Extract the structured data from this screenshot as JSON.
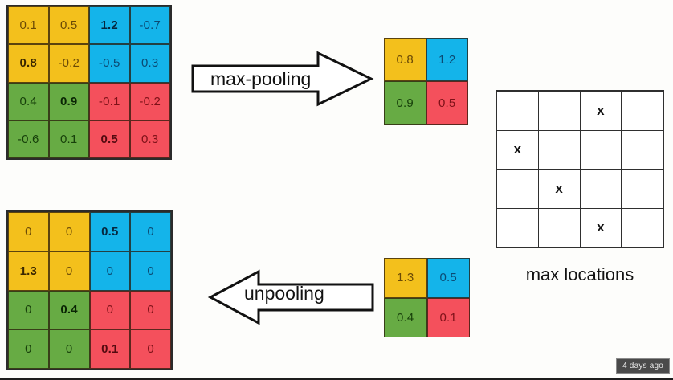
{
  "figure": {
    "title_absent": true,
    "colors": {
      "yellow": "#f3c01c",
      "blue": "#14b4ea",
      "green": "#67ab44",
      "red": "#f4505c",
      "grid_line": "#2b2b2b",
      "text_dark": "#131313"
    }
  },
  "input_map": {
    "name": "input-feature-map",
    "rows": 4,
    "cols": 4,
    "cells": [
      {
        "value": "0.1",
        "color": "yellow",
        "bold": false
      },
      {
        "value": "0.5",
        "color": "yellow",
        "bold": false
      },
      {
        "value": "1.2",
        "color": "blue",
        "bold": true
      },
      {
        "value": "-0.7",
        "color": "blue",
        "bold": false
      },
      {
        "value": "0.8",
        "color": "yellow",
        "bold": true
      },
      {
        "value": "-0.2",
        "color": "yellow",
        "bold": false
      },
      {
        "value": "-0.5",
        "color": "blue",
        "bold": false
      },
      {
        "value": "0.3",
        "color": "blue",
        "bold": false
      },
      {
        "value": "0.4",
        "color": "green",
        "bold": false
      },
      {
        "value": "0.9",
        "color": "green",
        "bold": true
      },
      {
        "value": "-0.1",
        "color": "red",
        "bold": false
      },
      {
        "value": "-0.2",
        "color": "red",
        "bold": false
      },
      {
        "value": "-0.6",
        "color": "green",
        "bold": false
      },
      {
        "value": "0.1",
        "color": "green",
        "bold": false
      },
      {
        "value": "0.5",
        "color": "red",
        "bold": true
      },
      {
        "value": "0.3",
        "color": "red",
        "bold": false
      }
    ]
  },
  "pooled_map": {
    "name": "pooled-feature-map",
    "rows": 2,
    "cols": 2,
    "cells": [
      {
        "value": "0.8",
        "color": "yellow",
        "bold": false
      },
      {
        "value": "1.2",
        "color": "blue",
        "bold": false
      },
      {
        "value": "0.9",
        "color": "green",
        "bold": false
      },
      {
        "value": "0.5",
        "color": "red",
        "bold": false
      }
    ]
  },
  "unpool_input": {
    "name": "unpooling-input-map",
    "rows": 2,
    "cols": 2,
    "cells": [
      {
        "value": "1.3",
        "color": "yellow",
        "bold": false
      },
      {
        "value": "0.5",
        "color": "blue",
        "bold": false
      },
      {
        "value": "0.4",
        "color": "green",
        "bold": false
      },
      {
        "value": "0.1",
        "color": "red",
        "bold": false
      }
    ]
  },
  "unpooled_map": {
    "name": "unpooled-output-map",
    "rows": 4,
    "cols": 4,
    "cells": [
      {
        "value": "0",
        "color": "yellow",
        "bold": false
      },
      {
        "value": "0",
        "color": "yellow",
        "bold": false
      },
      {
        "value": "0.5",
        "color": "blue",
        "bold": true
      },
      {
        "value": "0",
        "color": "blue",
        "bold": false
      },
      {
        "value": "1.3",
        "color": "yellow",
        "bold": true
      },
      {
        "value": "0",
        "color": "yellow",
        "bold": false
      },
      {
        "value": "0",
        "color": "blue",
        "bold": false
      },
      {
        "value": "0",
        "color": "blue",
        "bold": false
      },
      {
        "value": "0",
        "color": "green",
        "bold": false
      },
      {
        "value": "0.4",
        "color": "green",
        "bold": true
      },
      {
        "value": "0",
        "color": "red",
        "bold": false
      },
      {
        "value": "0",
        "color": "red",
        "bold": false
      },
      {
        "value": "0",
        "color": "green",
        "bold": false
      },
      {
        "value": "0",
        "color": "green",
        "bold": false
      },
      {
        "value": "0.1",
        "color": "red",
        "bold": true
      },
      {
        "value": "0",
        "color": "red",
        "bold": false
      }
    ]
  },
  "max_locations": {
    "name": "max-locations-grid",
    "label": "max locations",
    "marker": "x",
    "rows": 4,
    "cols": 4,
    "marked_cells": [
      2,
      4,
      9,
      14
    ]
  },
  "arrows": {
    "forward": {
      "label": "max-pooling",
      "direction": "right"
    },
    "backward": {
      "label": "unpooling",
      "direction": "left"
    }
  },
  "watermark": {
    "text": "4 days ago"
  }
}
